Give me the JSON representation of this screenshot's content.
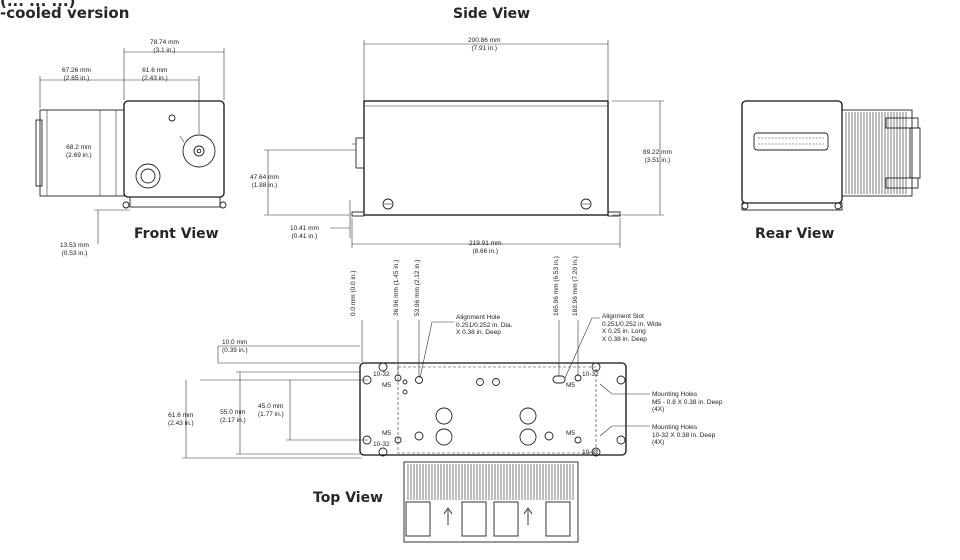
{
  "header": {
    "line1": "(... ... ...)",
    "line2": "-cooled version"
  },
  "views": {
    "side": "Side View",
    "front": "Front View",
    "rear": "Rear View",
    "top": "Top View"
  },
  "front_dims": {
    "width_mm": "78.74 mm",
    "width_in": "(3.1 in.)",
    "left_mm": "67.26 mm",
    "left_in": "(2.65 in.)",
    "right_mm": "61.6 mm",
    "right_in": "(2.43 in.)",
    "height_mm": "68.2 mm",
    "height_in": "(2.69 in.)",
    "bottom_mm": "13.53 mm",
    "bottom_in": "(0.53 in.)"
  },
  "side_dims": {
    "top_mm": "200.86 mm",
    "top_in": "(7.91 in.)",
    "height_mm": "89.22 mm",
    "height_in": "(3.51 in.)",
    "axis_mm": "47.64 mm",
    "axis_in": "(1.88 in.)",
    "base_mm": "10.41 mm",
    "base_in": "(0.41 in.)",
    "bottom_mm": "219.91 mm",
    "bottom_in": "(8.66 in.)"
  },
  "top_dims": {
    "v0": "0.0 mm (0.0 in.)",
    "v1": "36.96 mm (1.45 in.)",
    "v2": "53.96 mm (2.12 in.)",
    "v3": "165.96 mm (6.53 in.)",
    "v4": "182.96 mm (7.20 in.)",
    "d10_mm": "10.0 mm",
    "d10_in": "(0.39 in.)",
    "d45_mm": "45.0 mm",
    "d45_in": "(1.77 in.)",
    "d55_mm": "55.0 mm",
    "d55_in": "(2.17 in.)",
    "d616_mm": "61.6 mm",
    "d616_in": "(2.43 in.)"
  },
  "top_notes": {
    "hole_title": "Alignment Hole",
    "hole_l2": "0.251/0.252 in. Dia.",
    "hole_l3": "X 0.38 in. Deep",
    "slot_title": "Alignment Slot",
    "slot_l2": "0.251/0.252 in. Wide",
    "slot_l3": "X 0.25 in. Long",
    "slot_l4": "X 0.38 in. Deep",
    "m5_title": "Mounting Holes",
    "m5_l2": "M5 - 0.8 X 0.38 in. Deep",
    "m5_l3": "(4X)",
    "n1032_title": "Mounting Holes",
    "n1032_l2": "10-32 X 0.38 in. Deep",
    "n1032_l3": "(4X)",
    "tag_1032": "10-32",
    "tag_m5": "M5"
  }
}
